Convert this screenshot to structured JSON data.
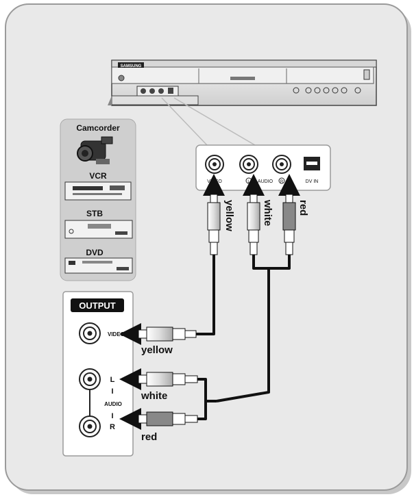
{
  "device": {
    "brand": "SAMSUNG"
  },
  "front_panel": {
    "video_label": "VIDEO",
    "audio_label": "AUDIO",
    "left_mark": "L",
    "right_mark": "R",
    "dv_label": "DV IN"
  },
  "sources": {
    "items": [
      "Camcorder",
      "VCR",
      "STB",
      "DVD"
    ]
  },
  "output_panel": {
    "title": "OUTPUT",
    "video_label": "VIDEO",
    "audio_label": "AUDIO",
    "l_letters": [
      "L",
      "I"
    ],
    "r_letters": [
      "I",
      "R"
    ]
  },
  "cable_labels": {
    "top": [
      "yellow",
      "white",
      "red"
    ],
    "bottom": [
      "yellow",
      "white",
      "red"
    ]
  },
  "colors": {
    "panel_bg": "#e9e9e9",
    "border": "#888888",
    "cable": "#111111"
  }
}
